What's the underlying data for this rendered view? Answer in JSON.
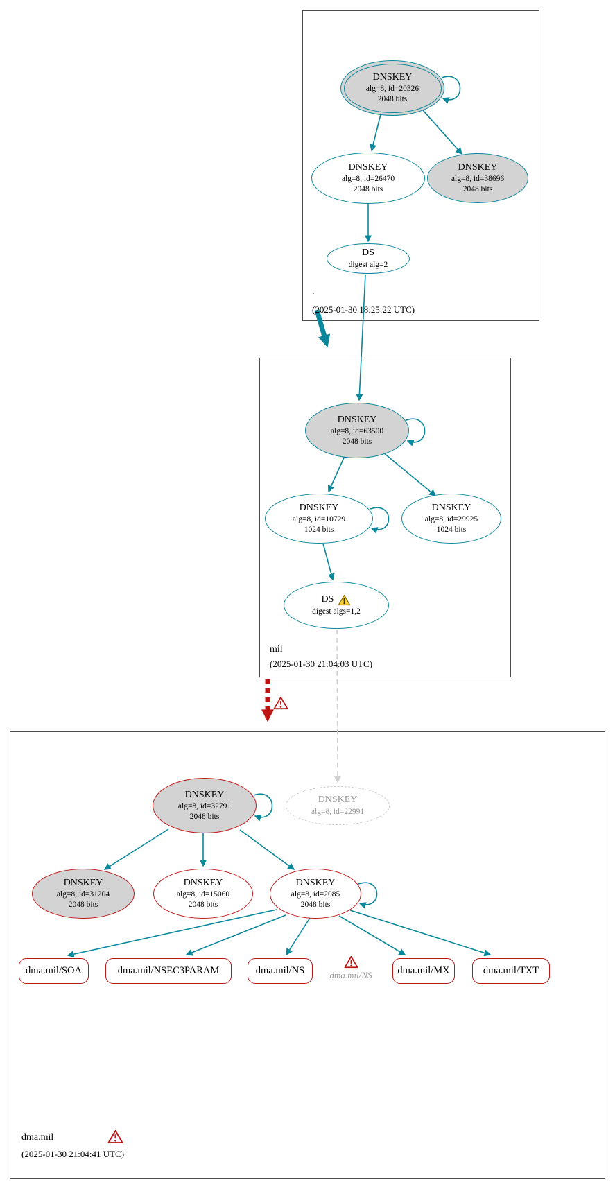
{
  "colors": {
    "secure_teal": "#0a879a",
    "error_red": "#be1515",
    "warning_yellow": "#f7ce3c",
    "key_fill_gray": "#d3d3d3",
    "missing_gray": "#c9c9c9"
  },
  "zones": [
    {
      "label": ".",
      "timestamp": "(2025-01-30 18:25:22 UTC)"
    },
    {
      "label": "mil",
      "timestamp": "(2025-01-30 21:04:03 UTC)"
    },
    {
      "label": "dma.mil",
      "timestamp": "(2025-01-30 21:04:41 UTC)"
    }
  ],
  "nodes": {
    "root_ksk": {
      "type": "DNSKEY",
      "detail": "alg=8, id=20326",
      "bits": "2048 bits"
    },
    "root_zsk": {
      "type": "DNSKEY",
      "detail": "alg=8, id=26470",
      "bits": "2048 bits"
    },
    "root_key2": {
      "type": "DNSKEY",
      "detail": "alg=8, id=38696",
      "bits": "2048 bits"
    },
    "root_ds": {
      "type": "DS",
      "detail": "digest alg=2"
    },
    "mil_ksk": {
      "type": "DNSKEY",
      "detail": "alg=8, id=63500",
      "bits": "2048 bits"
    },
    "mil_zsk": {
      "type": "DNSKEY",
      "detail": "alg=8, id=10729",
      "bits": "1024 bits"
    },
    "mil_key2": {
      "type": "DNSKEY",
      "detail": "alg=8, id=29925",
      "bits": "1024 bits"
    },
    "mil_ds": {
      "type": "DS",
      "detail": "digest algs=1,2"
    },
    "dma_ksk": {
      "type": "DNSKEY",
      "detail": "alg=8, id=32791",
      "bits": "2048 bits"
    },
    "dma_missing_key": {
      "type": "DNSKEY",
      "detail": "alg=8, id=22991"
    },
    "dma_key_31204": {
      "type": "DNSKEY",
      "detail": "alg=8, id=31204",
      "bits": "2048 bits"
    },
    "dma_key_15060": {
      "type": "DNSKEY",
      "detail": "alg=8, id=15060",
      "bits": "2048 bits"
    },
    "dma_key_2085": {
      "type": "DNSKEY",
      "detail": "alg=8, id=2085",
      "bits": "2048 bits"
    }
  },
  "rrsets": {
    "soa": {
      "label": "dma.mil/SOA"
    },
    "nsec3param": {
      "label": "dma.mil/NSEC3PARAM"
    },
    "ns": {
      "label": "dma.mil/NS"
    },
    "ns_error": {
      "label": "dma.mil/NS"
    },
    "mx": {
      "label": "dma.mil/MX"
    },
    "txt": {
      "label": "dma.mil/TXT"
    }
  }
}
